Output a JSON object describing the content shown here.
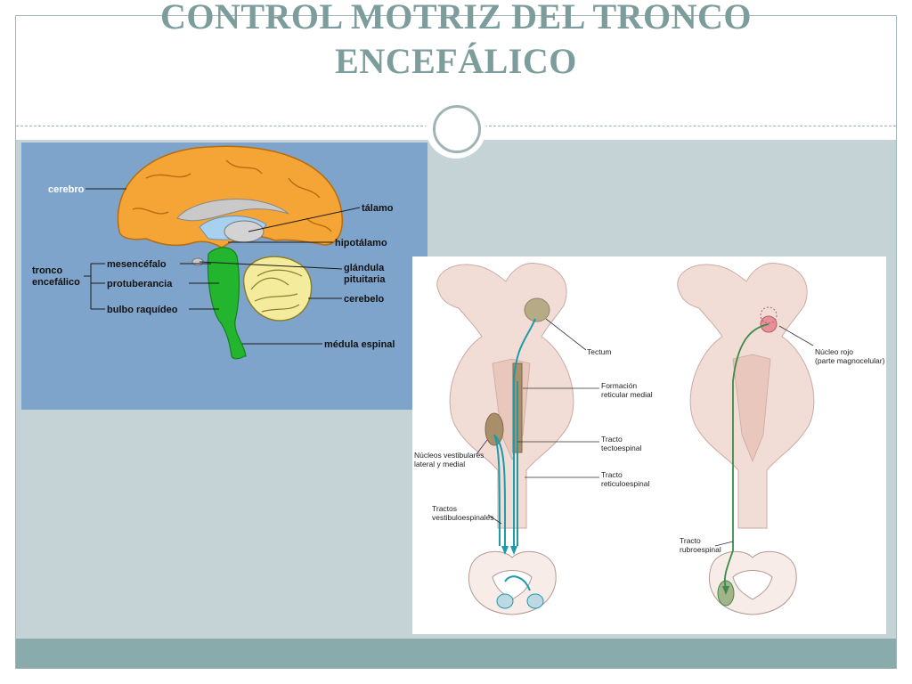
{
  "slide": {
    "title_line1": "CONTROL MOTRIZ DEL TRONCO",
    "title_line2": "ENCEFÁLICO"
  },
  "brain_diagram": {
    "labels": {
      "cerebro": "cerebro",
      "talamo": "tálamo",
      "hipotalamo": "hipotálamo",
      "glandula_line1": "glándula",
      "glandula_line2": "pituitaria",
      "cerebelo": "cerebelo",
      "medula": "médula espinal",
      "tronco_line1": "tronco",
      "tronco_line2": "encefálico",
      "mesencefalo": "mesencéfalo",
      "protuberancia": "protuberancia",
      "bulbo": "bulbo raquídeo"
    },
    "colors": {
      "background": "#7fa4cc",
      "cortex": "#f4a535",
      "brainstem": "#23b52e",
      "cerebellum": "#f4ec9c"
    }
  },
  "tracts_diagram": {
    "left_labels": {
      "tectum": "Tectum",
      "formacion_1": "Formación",
      "formacion_2": "reticular medial",
      "tecto_1": "Tracto",
      "tecto_2": "tectoespinal",
      "reticulo_1": "Tracto",
      "reticulo_2": "reticuloespinal",
      "nucleos_1": "Núcleos vestibulares",
      "nucleos_2": "lateral y medial",
      "tractos_1": "Tractos",
      "tractos_2": "vestibuloespinales"
    },
    "right_labels": {
      "nucleo_1": "Núcleo rojo",
      "nucleo_2": "(parte magnocelular)",
      "rubro_1": "Tracto",
      "rubro_2": "rubroespinal"
    },
    "colors": {
      "tissue": "#f2ddd6",
      "tract_left": "#1e9aa8",
      "tract_right": "#3d8a4a",
      "nucleus": "#a88f6a",
      "red_nucleus": "#e8909a"
    }
  }
}
